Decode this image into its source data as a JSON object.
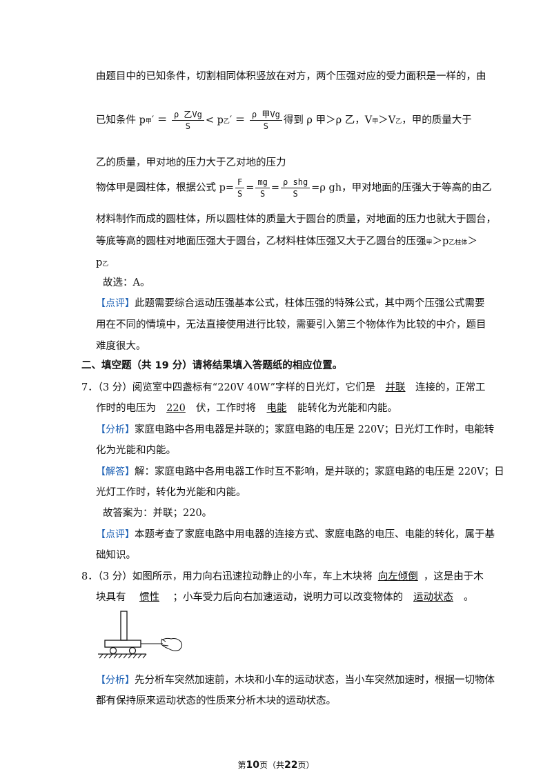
{
  "p1": "由题目中的已知条件，切割相同体积竖放在对方，两个压强对应的受力面积是一样的，由",
  "p2": {
    "a": "已知条件 p",
    "a_sub": "甲",
    "b": "′ ＝",
    "f1_num": "ρ 乙Vg",
    "f1_den": "S",
    "c": "< p",
    "c_sub": "乙",
    "d": "′ ＝",
    "f2_num": "ρ 甲Vg",
    "f2_den": "S",
    "e": "得到 ρ 甲＞ρ 乙，V",
    "e_sub1": "甲",
    "f": "＞V",
    "f_sub": "乙",
    "g": "，甲的质量大于"
  },
  "p3": "乙的质量，甲对地的压力大于乙对地的压力",
  "p4": {
    "a": "物体甲是圆柱体，根据公式 p=",
    "f1_num": "F",
    "f1_den": "S",
    "eq1": "=",
    "f2_num": "mg",
    "f2_den": "S",
    "eq2": "=",
    "f3_num": "ρ shg",
    "f3_den": "S",
    "b": "=ρ gh，甲对地面的压强大于等高的由乙"
  },
  "p5": "材料制作而成的圆柱体，所以圆柱体的质量大于圆台的质量，对地面的压力也就大于圆台，",
  "p6": {
    "a": "等底等高的圆柱对地面压强大于圆台，乙材料柱体压强又大于乙圆台的压强",
    "sub1": "甲",
    "b": "＞p",
    "sub2": "乙柱体",
    "c": "＞"
  },
  "p7": {
    "a": "p",
    "sub": "乙"
  },
  "p8": "故选：A。",
  "p9": {
    "tag": "【点评】",
    "text": "此题需要综合运动压强基本公式，柱体压强的特殊公式，其中两个压强公式需要"
  },
  "p10": "用在不同的情境中，无法直接使用进行比较，需要引入第三个物体作为比较的中介，题目",
  "p11": "难度很大。",
  "section": "二、填空题（共 19 分）请将结果填入答题纸的相应位置。",
  "q7": {
    "a": "7．（3 分）阅览室中四盏标有“220V  40W”字样的日光灯，它们是",
    "ans1": "并联",
    "b": "连接的，正常工",
    "c": "作时的电压为",
    "ans2": "220",
    "d": "伏，工作时将",
    "ans3": "电能",
    "e": "能转化为光能和内能。"
  },
  "q7_analysis": {
    "tag": "【分析】",
    "l1": "家庭电路中各用电器是并联的；家庭电路的电压是 220V；日光灯工作时，电能转",
    "l2": "化为光能和内能。"
  },
  "q7_answer": {
    "tag": "【解答】",
    "l1": "解：家庭电路中各用电器工作时互不影响，是并联的；家庭电路的电压是 220V；日",
    "l2": "光灯工作时，转化为光能和内能。"
  },
  "q7_final": "故答案为：并联；220。",
  "q7_comment": {
    "tag": "【点评】",
    "l1": "本题考查了家庭电路中用电器的连接方式、家庭电路的电压、电能的转化，属于基",
    "l2": "础知识。"
  },
  "q8": {
    "a": "8．（3 分）如图所示，用力向右迅速拉动静止的小车，车上木块将",
    "ans1": "向左倾倒",
    "b": "，这是由于木",
    "c": "块具有",
    "ans2": "惯性",
    "d": "；小车受力后向右加速运动，说明力可以改变物体的",
    "ans3": "运动状态",
    "e": "。"
  },
  "q8_analysis": {
    "tag": "【分析】",
    "l1": "先分析车突然加速前，木块和小车的运动状态，当小车突然加速时，根据一切物体",
    "l2": "都有保持原来运动状态的性质来分析木块的运动状态。"
  },
  "footer": {
    "a": "第",
    "page": "10",
    "b": "页（共",
    "total": "22",
    "c": "页）"
  }
}
